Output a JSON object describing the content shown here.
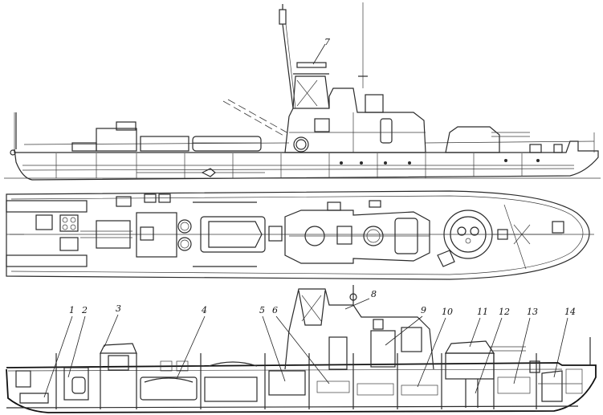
{
  "colors": {
    "ink": "#2a2a2a",
    "paper": "#ffffff"
  },
  "callouts": {
    "side_view": [
      "7"
    ],
    "section_view": [
      "1",
      "2",
      "3",
      "4",
      "5",
      "6",
      "8",
      "9",
      "10",
      "11",
      "12",
      "13",
      "14"
    ]
  }
}
